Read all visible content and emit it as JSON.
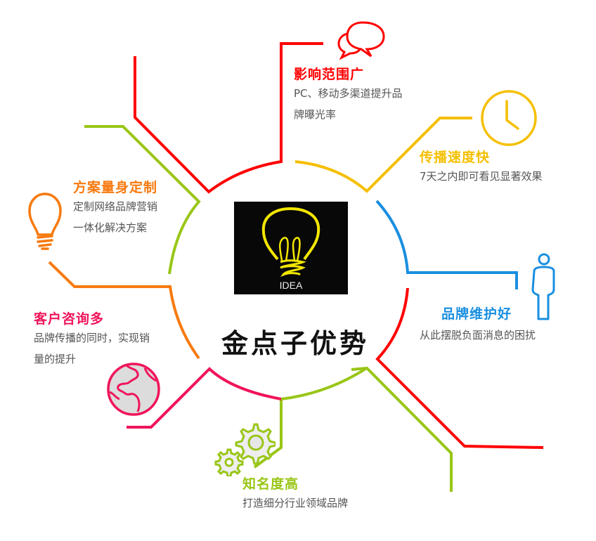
{
  "center": {
    "title": "金点子优势",
    "logo_text": "IDEA",
    "logo_icon": "lightbulb-icon"
  },
  "features": [
    {
      "id": "influence",
      "title": "影响范围广",
      "desc_lines": [
        "PC、移动多渠道提升品",
        "牌曝光率"
      ],
      "color": "#ff0000",
      "icon": "speech-bubbles-icon"
    },
    {
      "id": "speed",
      "title": "传播速度快",
      "desc_lines": [
        "7天之内即可看见显著效果"
      ],
      "color": "#f5bf00",
      "icon": "clock-icon"
    },
    {
      "id": "brand-protection",
      "title": "品牌维护好",
      "desc_lines": [
        "从此摆脱负面消息的困扰"
      ],
      "color": "#1a8fe0",
      "icon": "person-icon"
    },
    {
      "id": "awareness",
      "title": "知名度高",
      "desc_lines": [
        "打造细分行业领域品牌"
      ],
      "color": "#99c617",
      "icon": "gears-icon"
    },
    {
      "id": "inquiries",
      "title": "客户咨询多",
      "desc_lines": [
        "品牌传播的同时，实现销",
        "量的提升"
      ],
      "color": "#f0145a",
      "icon": "globe-icon"
    },
    {
      "id": "customization",
      "title": "方案量身定制",
      "desc_lines": [
        "定制网络品牌营销",
        "一体化解决方案"
      ],
      "color": "#f77a10",
      "icon": "lightbulb-outline-icon"
    }
  ]
}
